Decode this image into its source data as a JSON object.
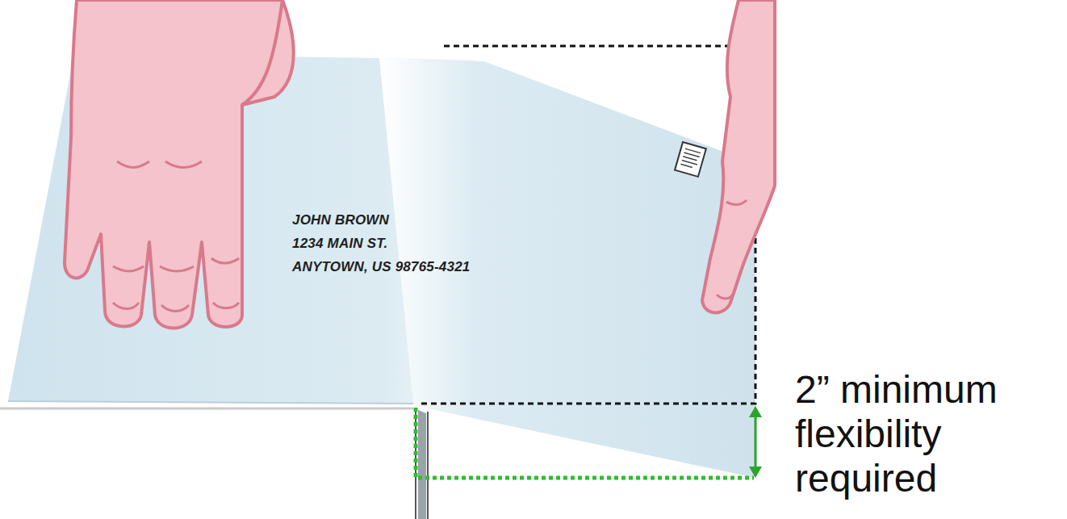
{
  "diagram": {
    "labels": [
      "JOHN BROWN",
      "1234 MAIN ST.",
      "ANYTOWN, US 98765-4321",
      "2” minimum flexibility required"
    ]
  }
}
